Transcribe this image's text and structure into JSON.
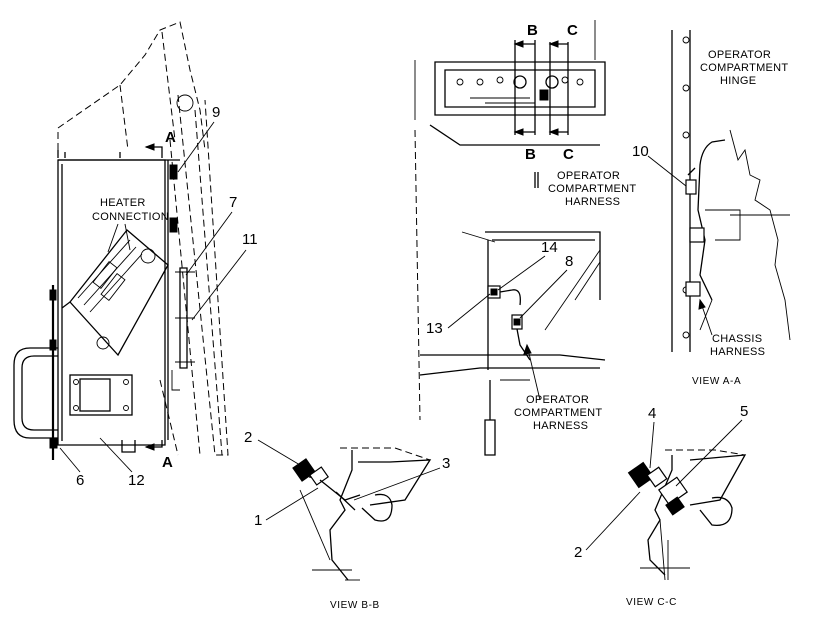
{
  "callouts": {
    "c9": "9",
    "c7": "7",
    "c11": "11",
    "c6": "6",
    "c12": "12",
    "c10": "10",
    "c14": "14",
    "c8": "8",
    "c13": "13",
    "c2a": "2",
    "c3": "3",
    "c1": "1",
    "c4": "4",
    "c5": "5",
    "c2b": "2"
  },
  "labels": {
    "heater_connection": [
      "HEATER",
      "CONNECTION"
    ],
    "operator_hinge": [
      "OPERATOR",
      "COMPARTMENT",
      "HINGE"
    ],
    "operator_harness_top": [
      "OPERATOR",
      "COMPARTMENT",
      "HARNESS"
    ],
    "operator_harness_mid": [
      "OPERATOR",
      "COMPARTMENT",
      "HARNESS"
    ],
    "chassis_harness": [
      "CHASSIS",
      "HARNESS"
    ]
  },
  "sections": {
    "a_top": "A",
    "a_bottom": "A",
    "b_top": "B",
    "c_top": "C",
    "b_bottom": "B",
    "c_bottom": "C"
  },
  "views": {
    "view_aa": "VIEW  A-A",
    "view_bb": "VIEW  B-B",
    "view_cc": "VIEW  C-C"
  }
}
